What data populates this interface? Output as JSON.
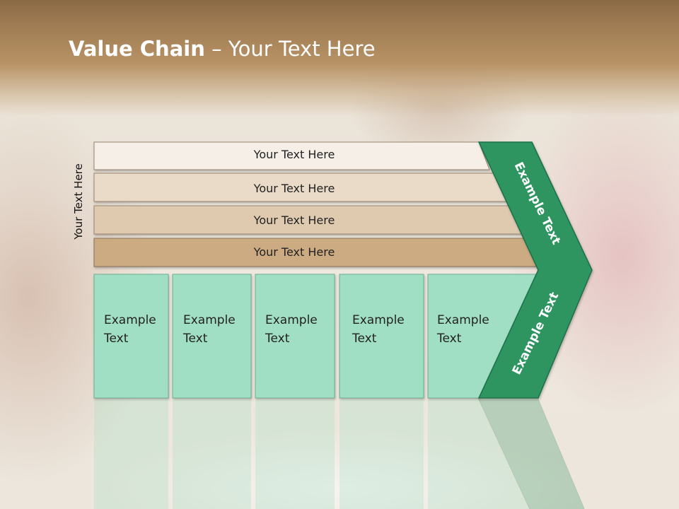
{
  "slide": {
    "title_bold": "Value Chain",
    "title_rest": " – Your Text Here",
    "side_label": "Your Text Here"
  },
  "support_bars": [
    {
      "label": "Your Text Here",
      "fill": "#f5efe8"
    },
    {
      "label": "Your Text Here",
      "fill": "#eadbc8"
    },
    {
      "label": "Your Text Here",
      "fill": "#dfcab0"
    },
    {
      "label": "Your Text Here",
      "fill": "#ccab83"
    }
  ],
  "primary_boxes": [
    {
      "line1": "Example",
      "line2": "Text"
    },
    {
      "line1": "Example",
      "line2": "Text"
    },
    {
      "line1": "Example",
      "line2": "Text"
    },
    {
      "line1": "Example",
      "line2": "Text"
    },
    {
      "line1": "Example",
      "line2": "Text"
    }
  ],
  "arrow": {
    "upper_label": "Example Text",
    "lower_label": "Example Text"
  },
  "colors": {
    "mint": "#a0dfc4",
    "green": "#2e9461",
    "green_stroke": "#1f7048"
  }
}
